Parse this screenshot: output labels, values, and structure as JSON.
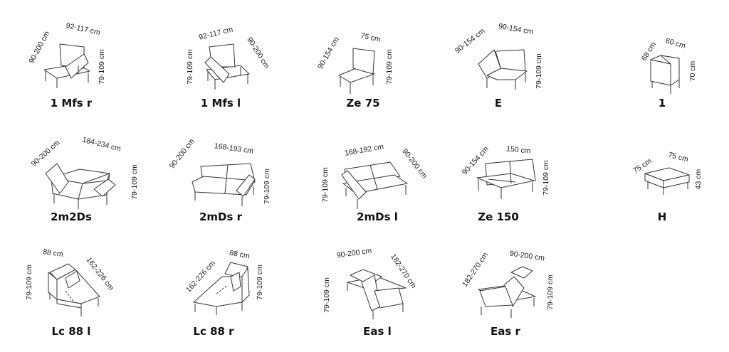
{
  "items": [
    {
      "name": "1 Mfs r",
      "dims": [
        "90-200 cm",
        "92-117 cm",
        "79-109 cm"
      ]
    },
    {
      "name": "1 Mfs l",
      "dims": [
        "92-117 cm",
        "90-200 cm",
        "79-109 cm"
      ]
    },
    {
      "name": "Ze 75",
      "dims": [
        "90-154 cm",
        "75 cm",
        "79-109 cm"
      ]
    },
    {
      "name": "E",
      "dims": [
        "90-154 cm",
        "90-154 cm",
        "79-109 cm"
      ]
    },
    {
      "name": "1",
      "dims": [
        "68 cm",
        "60 cm",
        "70 cm"
      ]
    },
    {
      "name": "2m2Ds",
      "dims": [
        "90-200 cm",
        "184-234 cm",
        "79-109 cm"
      ]
    },
    {
      "name": "2mDs r",
      "dims": [
        "90-200 cm",
        "168-193 cm",
        "79-109 cm"
      ]
    },
    {
      "name": "2mDs l",
      "dims": [
        "168-192 cm",
        "90-200 cm",
        "79-109 cm"
      ]
    },
    {
      "name": "Ze 150",
      "dims": [
        "90-154 cm",
        "150 cm",
        "79-109 cm"
      ]
    },
    {
      "name": "H",
      "dims": [
        "75 cm",
        "75 cm",
        "43 cm"
      ]
    },
    {
      "name": "Lc 88 l",
      "dims": [
        "79-109 cm",
        "88 cm",
        "162-226 cm"
      ]
    },
    {
      "name": "Lc 88 r",
      "dims": [
        "162-226 cm",
        "88 cm",
        "79-109 cm"
      ]
    },
    {
      "name": "Eas l",
      "dims": [
        "90-200 cm",
        "182-270 cm",
        "79-109 cm"
      ]
    },
    {
      "name": "Eas r",
      "dims": [
        "182-270 cm",
        "90-200 cm",
        "79-109 cm"
      ]
    }
  ]
}
